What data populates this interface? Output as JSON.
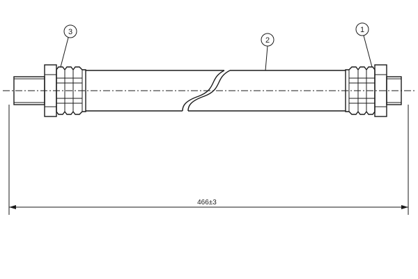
{
  "callouts": [
    {
      "id": "1",
      "label": "1"
    },
    {
      "id": "2",
      "label": "2"
    },
    {
      "id": "3",
      "label": "3"
    }
  ],
  "dimension": {
    "text": "466±3"
  },
  "colors": {
    "line": "#1a1a1a",
    "background": "#ffffff"
  }
}
